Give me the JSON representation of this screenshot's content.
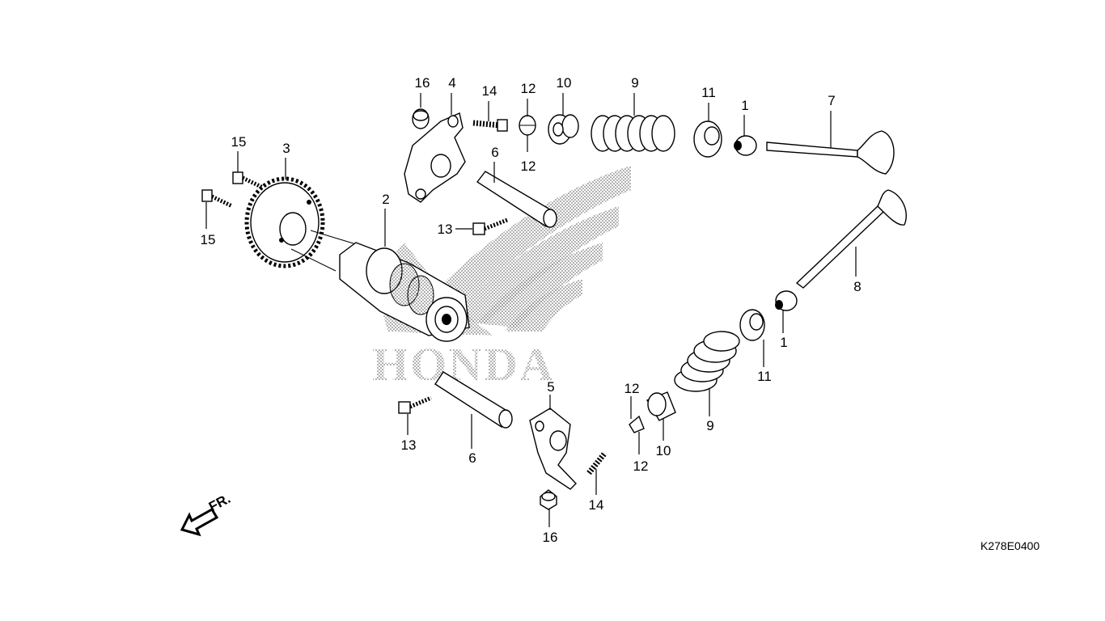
{
  "diagram": {
    "code": "K278E0400",
    "direction_label": "FR.",
    "watermark_text": "HONDA",
    "callouts": {
      "c1a": "1",
      "c1b": "1",
      "c2": "2",
      "c3": "3",
      "c4": "4",
      "c5": "5",
      "c6a": "6",
      "c6b": "6",
      "c7": "7",
      "c8": "8",
      "c9a": "9",
      "c9b": "9",
      "c10a": "10",
      "c10b": "10",
      "c11a": "11",
      "c11b": "11",
      "c12a": "12",
      "c12b": "12",
      "c12c": "12",
      "c12d": "12",
      "c13a": "13",
      "c13b": "13",
      "c14a": "14",
      "c14b": "14",
      "c15a": "15",
      "c15b": "15",
      "c16a": "16",
      "c16b": "16"
    }
  }
}
